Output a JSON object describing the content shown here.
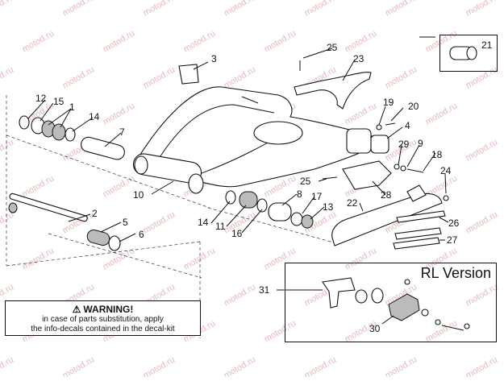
{
  "watermark": "motod.ru",
  "rl_box": {
    "title": "RL Version"
  },
  "warning": {
    "icon": "warning-triangle-icon",
    "title": "WARNING!",
    "line1": "in case of parts substitution, apply",
    "line2": "the info-decals contained in the decal-kit"
  },
  "callouts": [
    "1",
    "2",
    "3",
    "4",
    "5",
    "6",
    "7",
    "8",
    "9",
    "10",
    "11",
    "12",
    "13",
    "14",
    "15",
    "16",
    "17",
    "18",
    "19",
    "20",
    "21",
    "22",
    "23",
    "24",
    "25",
    "26",
    "27",
    "28",
    "29",
    "30",
    "31"
  ]
}
